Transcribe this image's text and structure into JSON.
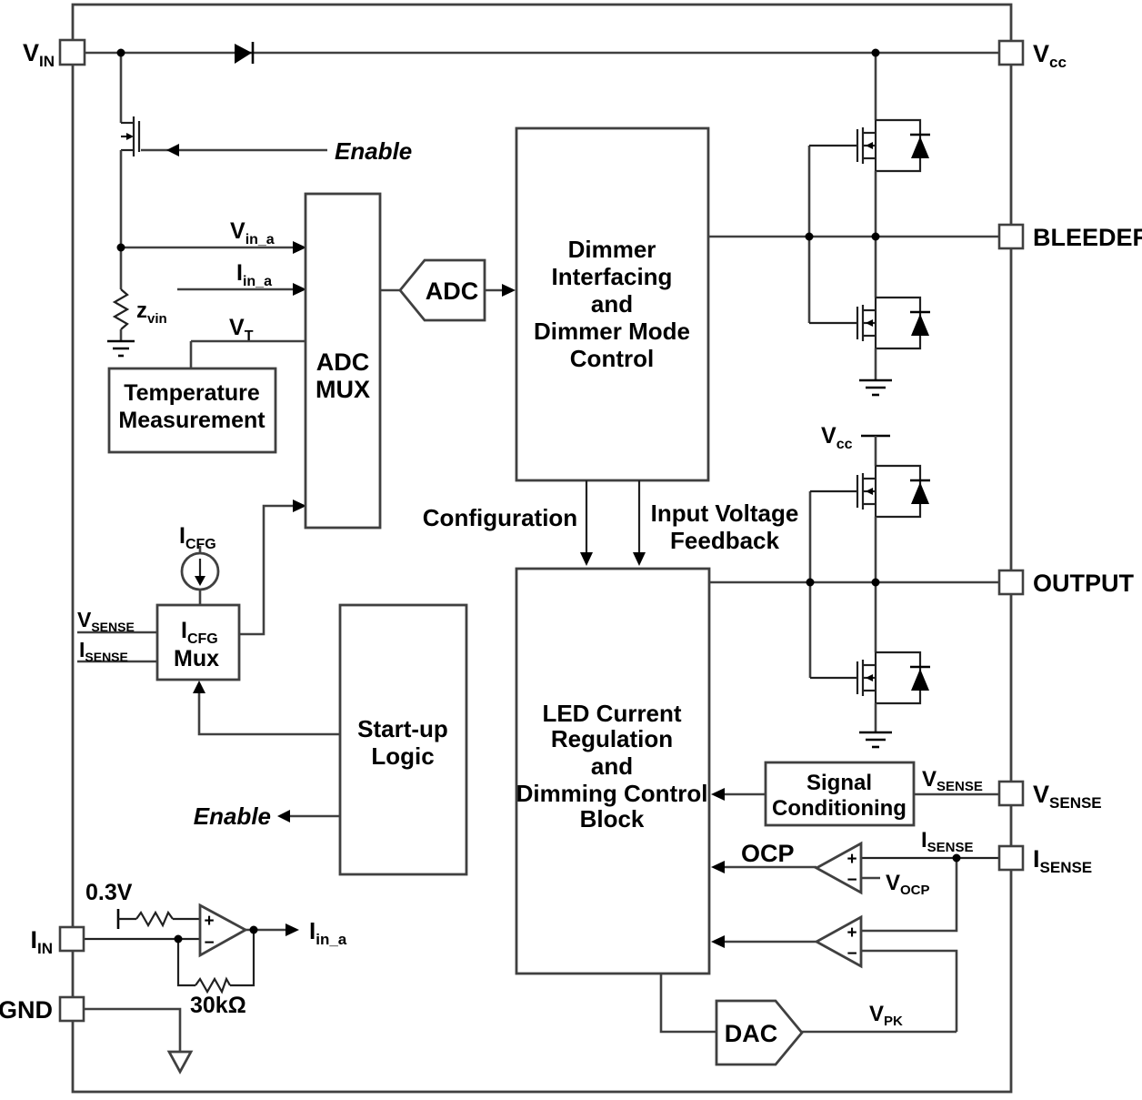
{
  "diagram": {
    "colors": {
      "stroke": "#404040",
      "text": "#000000",
      "background": "#ffffff"
    },
    "pins": {
      "vin": {
        "main": "V",
        "sub": "IN"
      },
      "vcc": {
        "main": "V",
        "sub": "cc"
      },
      "bleeder": "BLEEDER",
      "output": "OUTPUT",
      "vsense": {
        "main": "V",
        "sub": "SENSE"
      },
      "isense": {
        "main": "I",
        "sub": "SENSE"
      },
      "iin": {
        "main": "I",
        "sub": "IN"
      },
      "gnd": "GND"
    },
    "blocks": {
      "adc_mux": {
        "lines": [
          "ADC",
          "MUX"
        ]
      },
      "temperature": {
        "lines": [
          "Temperature",
          "Measurement"
        ]
      },
      "dimmer": {
        "lines": [
          "Dimmer",
          "Interfacing",
          "and",
          "Dimmer Mode",
          "Control"
        ]
      },
      "led": {
        "lines": [
          "LED Current",
          "Regulation",
          "and",
          "Dimming Control",
          "Block"
        ]
      },
      "startup": {
        "lines": [
          "Start-up",
          "Logic"
        ]
      },
      "signal_conditioning": {
        "lines": [
          "Signal",
          "Conditioning"
        ]
      },
      "adc": "ADC",
      "dac": "DAC",
      "icfg_mux": {
        "line1": {
          "main": "I",
          "sub": "CFG"
        },
        "line2": "Mux"
      }
    },
    "signals": {
      "enable_top": "Enable",
      "enable_bottom": "Enable",
      "vin_a": {
        "main": "V",
        "sub": "in_a"
      },
      "iin_a_top": {
        "main": "I",
        "sub": "in_a"
      },
      "iin_a_bottom": {
        "main": "I",
        "sub": "in_a"
      },
      "vt": {
        "main": "V",
        "sub": "T"
      },
      "zvin": {
        "main": "z",
        "sub": "vin"
      },
      "icfg_source": {
        "main": "I",
        "sub": "CFG"
      },
      "vsense_left": {
        "main": "V",
        "sub": "SENSE"
      },
      "isense_left": {
        "main": "I",
        "sub": "SENSE"
      },
      "configuration": "Configuration",
      "input_voltage_feedback": [
        "Input Voltage",
        "Feedback"
      ],
      "vcc_inner": {
        "main": "V",
        "sub": "cc"
      },
      "vsense_wire": {
        "main": "V",
        "sub": "SENSE"
      },
      "isense_wire": {
        "main": "I",
        "sub": "SENSE"
      },
      "ocp": "OCP",
      "vocp": {
        "main": "V",
        "sub": "OCP"
      },
      "vpk": {
        "main": "V",
        "sub": "PK"
      },
      "v_0p3": "0.3V",
      "r_30k": "30kΩ",
      "plus": "+",
      "minus": "−"
    }
  }
}
